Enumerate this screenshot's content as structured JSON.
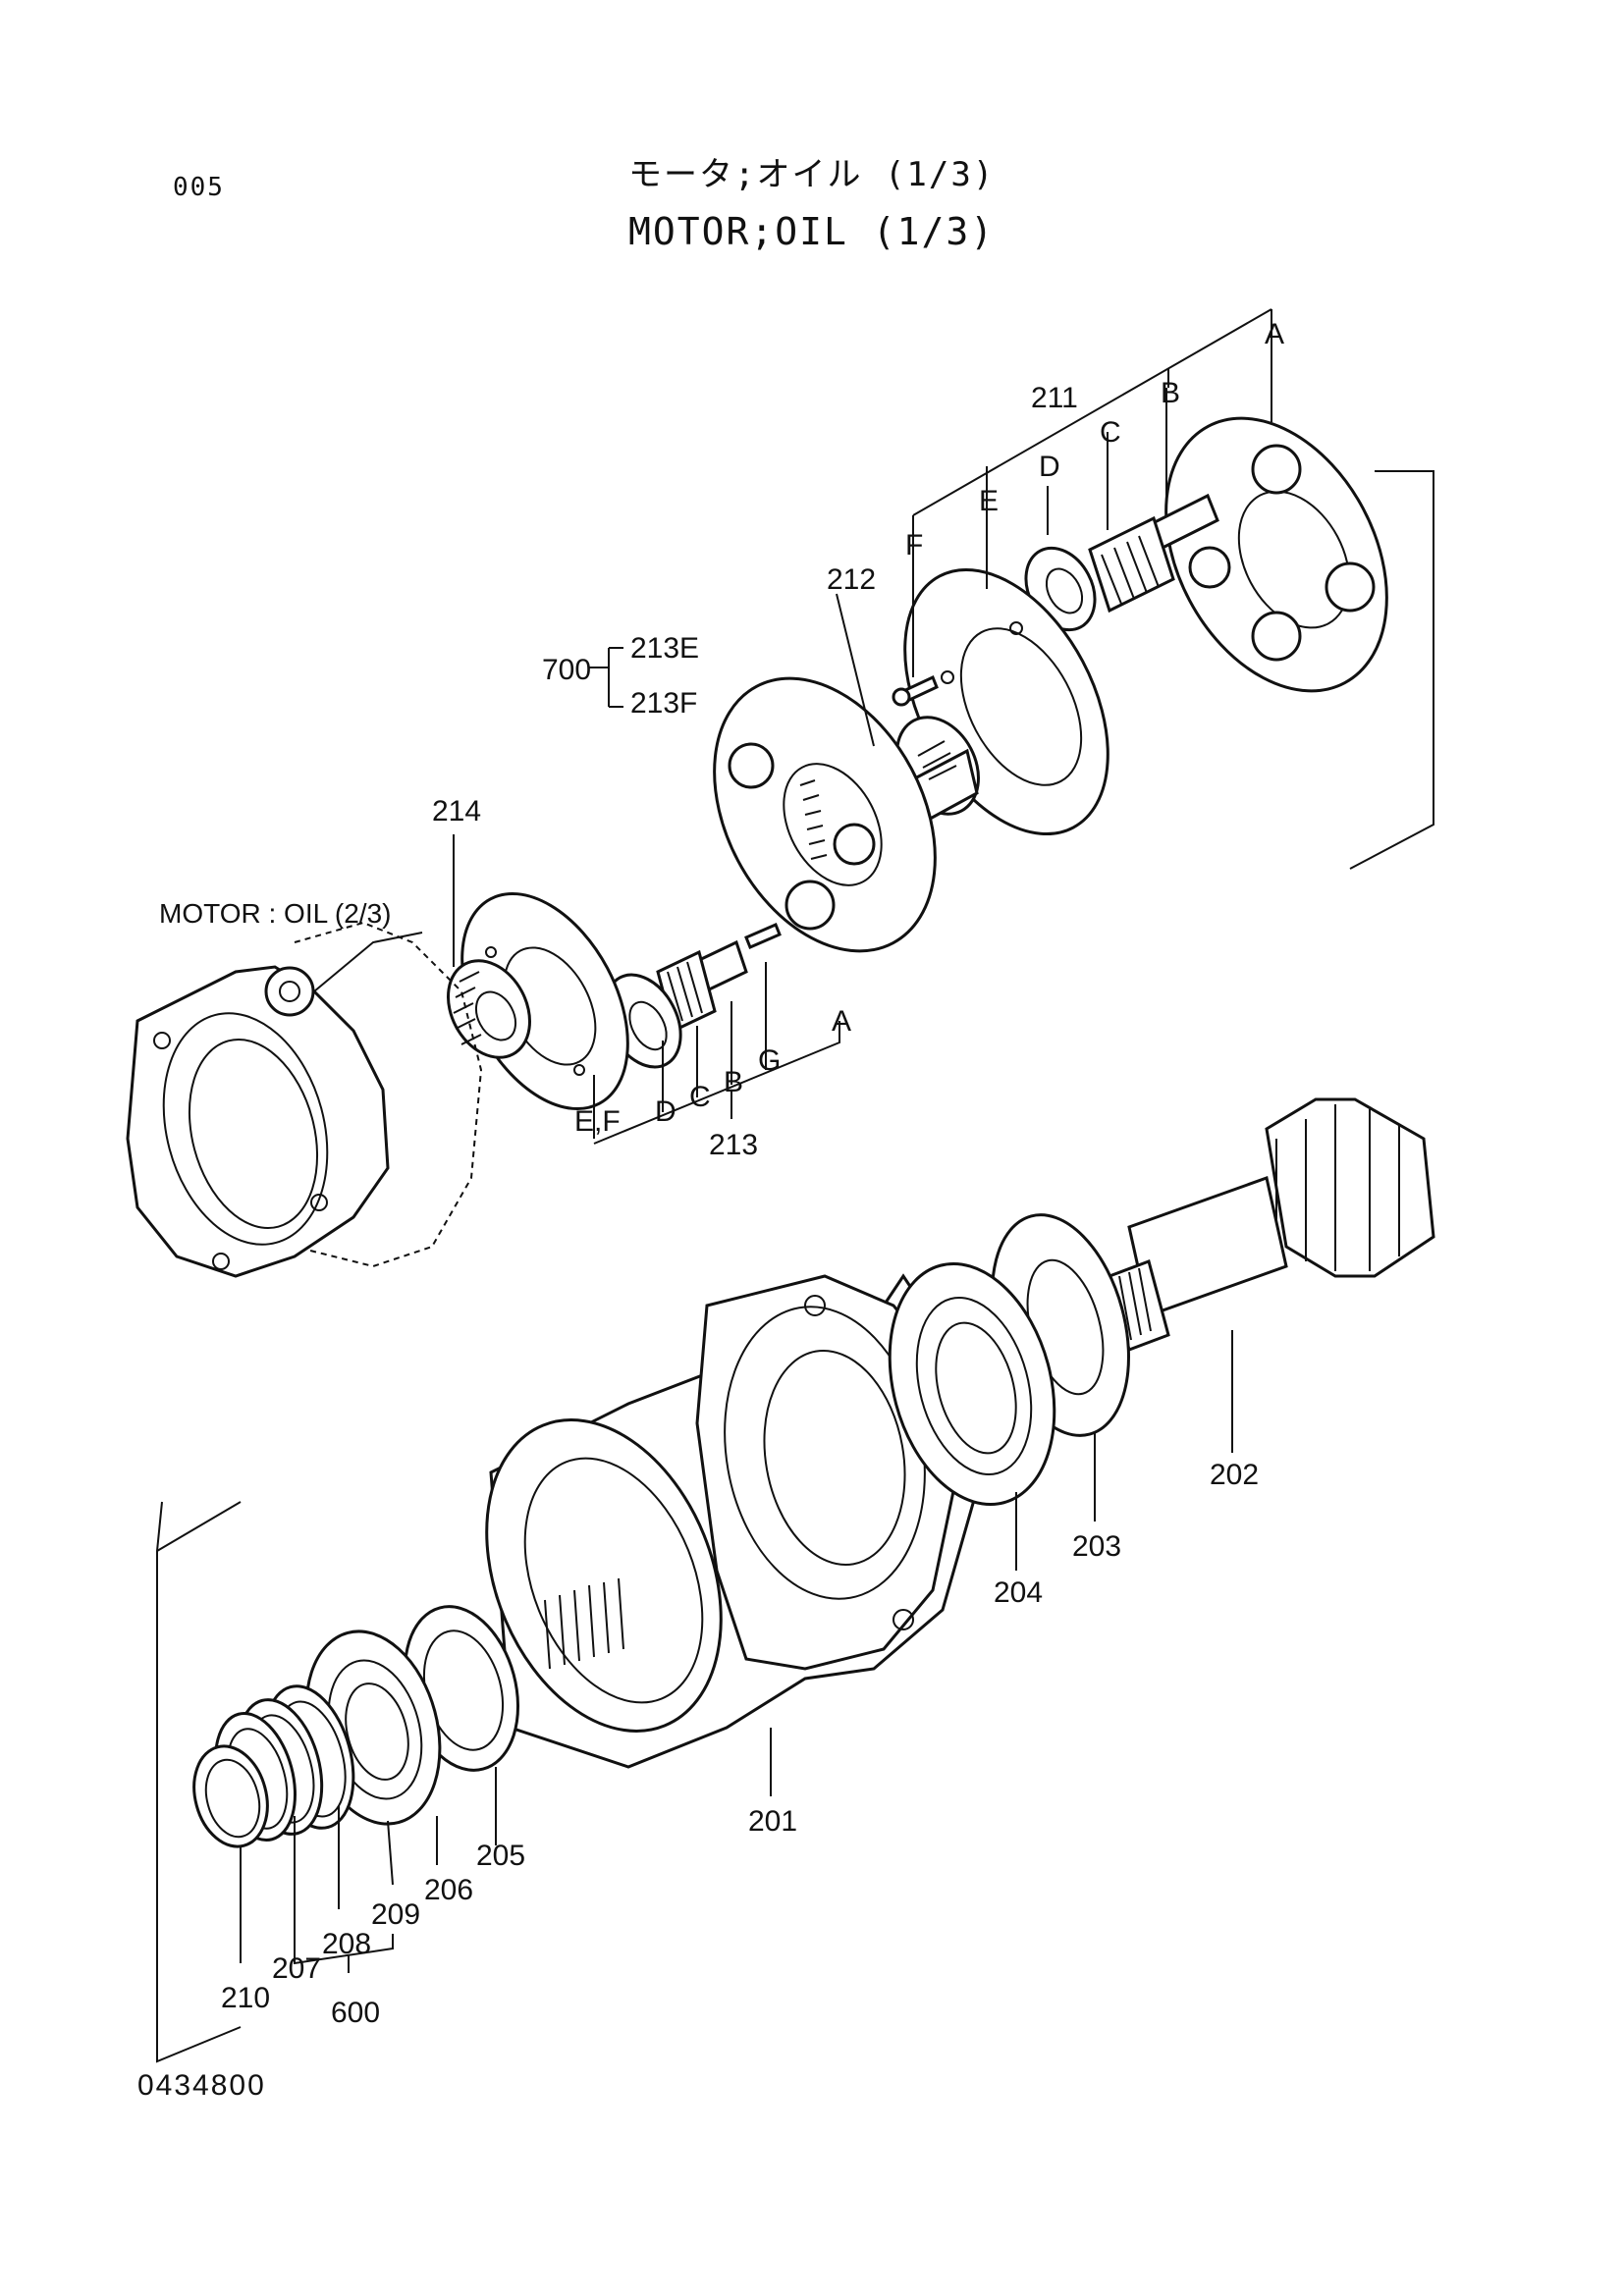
{
  "header": {
    "page_code": "005",
    "title_jp": "モータ;オイル (1/3)",
    "title_en": "MOTOR;OIL (1/3)",
    "drawing_number": "0434800"
  },
  "reference": {
    "label": "MOTOR : OIL (2/3)"
  },
  "callouts": {
    "p201": "201",
    "p202": "202",
    "p203": "203",
    "p204": "204",
    "p205": "205",
    "p206": "206",
    "p207": "207",
    "p208": "208",
    "p209": "209",
    "p210": "210",
    "p211": "211",
    "p212": "212",
    "p213": "213",
    "p214": "214",
    "p600": "600",
    "p700": "700",
    "p213E": "213E",
    "p213F": "213F",
    "sA1": "A",
    "sB1": "B",
    "sC1": "C",
    "sD1": "D",
    "sE1": "E",
    "sF1": "F",
    "sA2": "A",
    "sB2": "B",
    "sC2": "C",
    "sD2": "D",
    "sG2": "G",
    "sEF2": "E,F"
  }
}
